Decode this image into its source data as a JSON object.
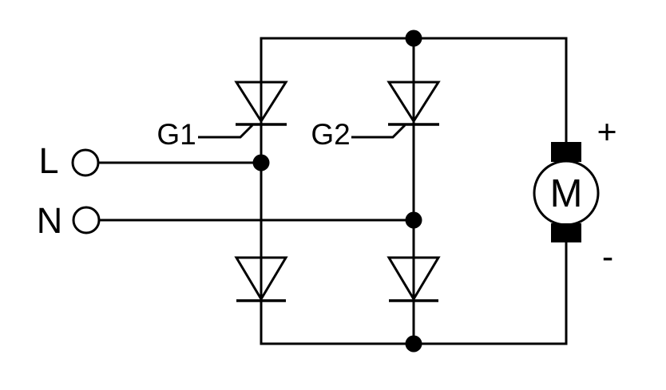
{
  "labels": {
    "live_terminal": "L",
    "neutral_terminal": "N",
    "gate1": "G1",
    "gate2": "G2",
    "motor": "M",
    "positive": "+",
    "negative": "-"
  },
  "colors": {
    "line": "#000000",
    "background": "#ffffff"
  }
}
